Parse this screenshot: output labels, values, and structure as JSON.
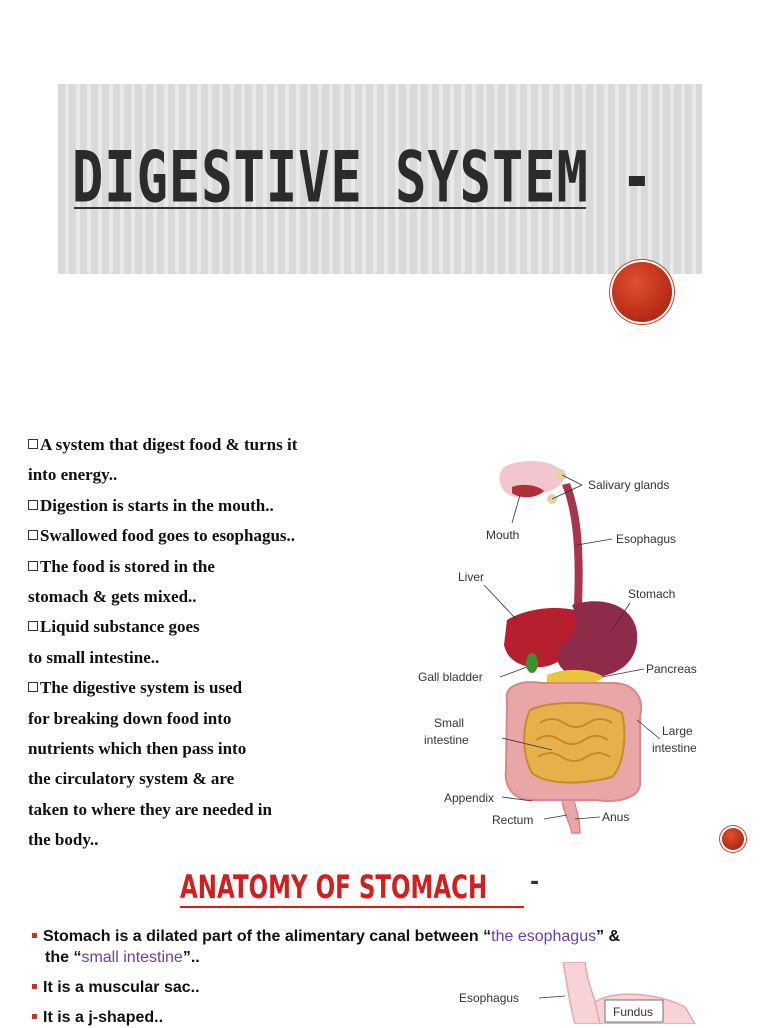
{
  "slide1": {
    "title": "DIGESTIVE SYSTEM",
    "title_dash": "-"
  },
  "slide2": {
    "lines": [
      {
        "bullet": true,
        "text": "A system that digest food & turns it"
      },
      {
        "bullet": false,
        "text": "into energy.."
      },
      {
        "bullet": true,
        "text": "Digestion is starts in the mouth.."
      },
      {
        "bullet": true,
        "text": "Swallowed food goes to esophagus.."
      },
      {
        "bullet": true,
        "text": "The food is stored in the"
      },
      {
        "bullet": false,
        "text": "stomach & gets mixed.."
      },
      {
        "bullet": true,
        "text": "Liquid substance goes"
      },
      {
        "bullet": false,
        "text": "to small intestine.."
      },
      {
        "bullet": true,
        "text": "The digestive system is used"
      },
      {
        "bullet": false,
        "text": "for breaking down food into"
      },
      {
        "bullet": false,
        "text": "nutrients which then pass into"
      },
      {
        "bullet": false,
        "text": "the circulatory system & are"
      },
      {
        "bullet": false,
        "text": "taken to where they are needed in"
      },
      {
        "bullet": false,
        "text": "the body.."
      }
    ],
    "diagram_labels": {
      "salivary": "Salivary glands",
      "mouth": "Mouth",
      "esophagus": "Esophagus",
      "liver": "Liver",
      "stomach": "Stomach",
      "pancreas": "Pancreas",
      "gall": "Gall bladder",
      "small1": "Small",
      "small2": "intestine",
      "large1": "Large",
      "large2": "intestine",
      "appendix": "Appendix",
      "rectum": "Rectum",
      "anus": "Anus"
    }
  },
  "slide3": {
    "title": "ANATOMY OF STOMACH",
    "title_dash": "-",
    "b1_a": "Stomach is a dilated part of the alimentary canal between ",
    "b1_q1": "“",
    "b1_p1": "the esophagus",
    "b1_q2": "” & ",
    "b1_b": "the ",
    "b1_q3": "“",
    "b1_p2": "small intestine",
    "b1_q4": "”..",
    "b2": "It is a muscular sac..",
    "b3": "It is a j-shaped..",
    "fig_esophagus": "Esophagus",
    "fig_fundus": "Fundus"
  }
}
